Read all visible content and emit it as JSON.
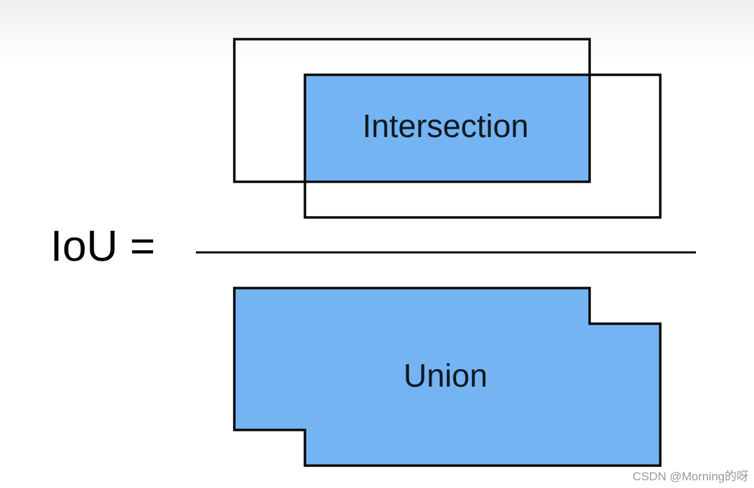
{
  "formula": {
    "label": "IoU ="
  },
  "numerator": {
    "label": "Intersection"
  },
  "denominator": {
    "label": "Union"
  },
  "colors": {
    "fill": "#74b4f2",
    "stroke": "#0a0a0a",
    "text": "#101820"
  },
  "watermark": "CSDN @Morning的呀"
}
